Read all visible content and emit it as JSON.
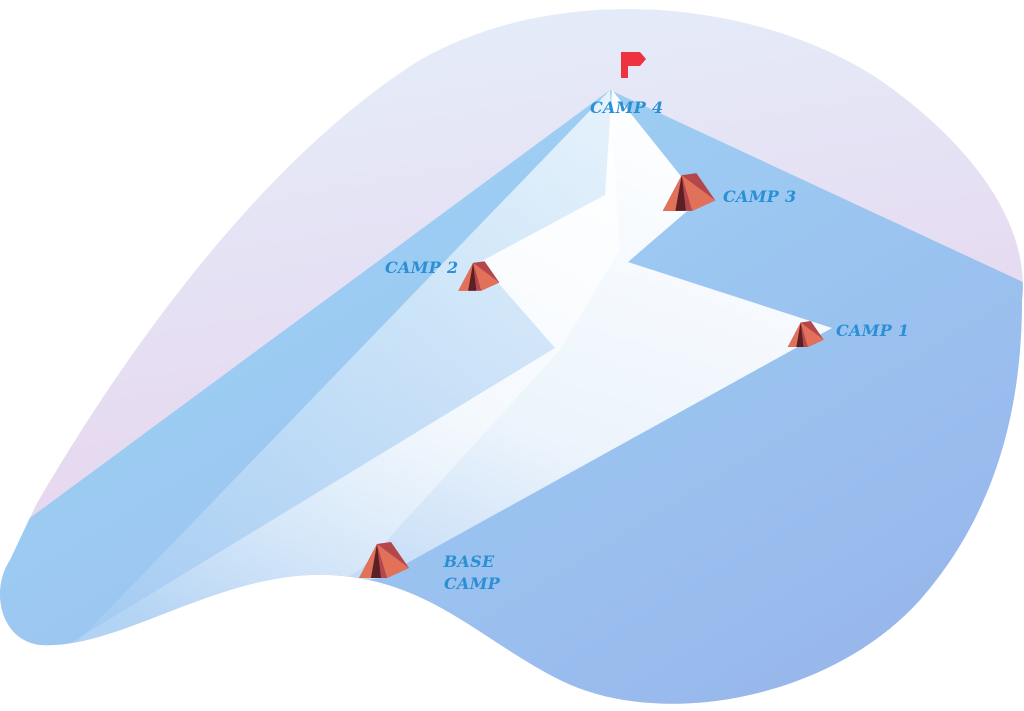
{
  "colors": {
    "label": "#2a8fd4",
    "tent_main": "#b4474c",
    "tent_light": "#e2715a",
    "tent_dark": "#5a2024",
    "flag": "#ee3340",
    "sky_top": "#e4f0fb",
    "sky_bottom": "#e7cdea",
    "mountain_light": "#9ed3f5",
    "mountain_dark": "#97b2ea",
    "path": "#ffffff"
  },
  "camps": [
    {
      "id": "base",
      "lines": [
        "BASE",
        "CAMP"
      ]
    },
    {
      "id": "camp1",
      "lines": [
        "CAMP 1"
      ]
    },
    {
      "id": "camp2",
      "lines": [
        "CAMP 2"
      ]
    },
    {
      "id": "camp3",
      "lines": [
        "CAMP 3"
      ]
    },
    {
      "id": "camp4",
      "lines": [
        "CAMP 4"
      ]
    }
  ],
  "icons": {
    "tent": "tent-icon",
    "flag": "summit-flag-icon"
  }
}
